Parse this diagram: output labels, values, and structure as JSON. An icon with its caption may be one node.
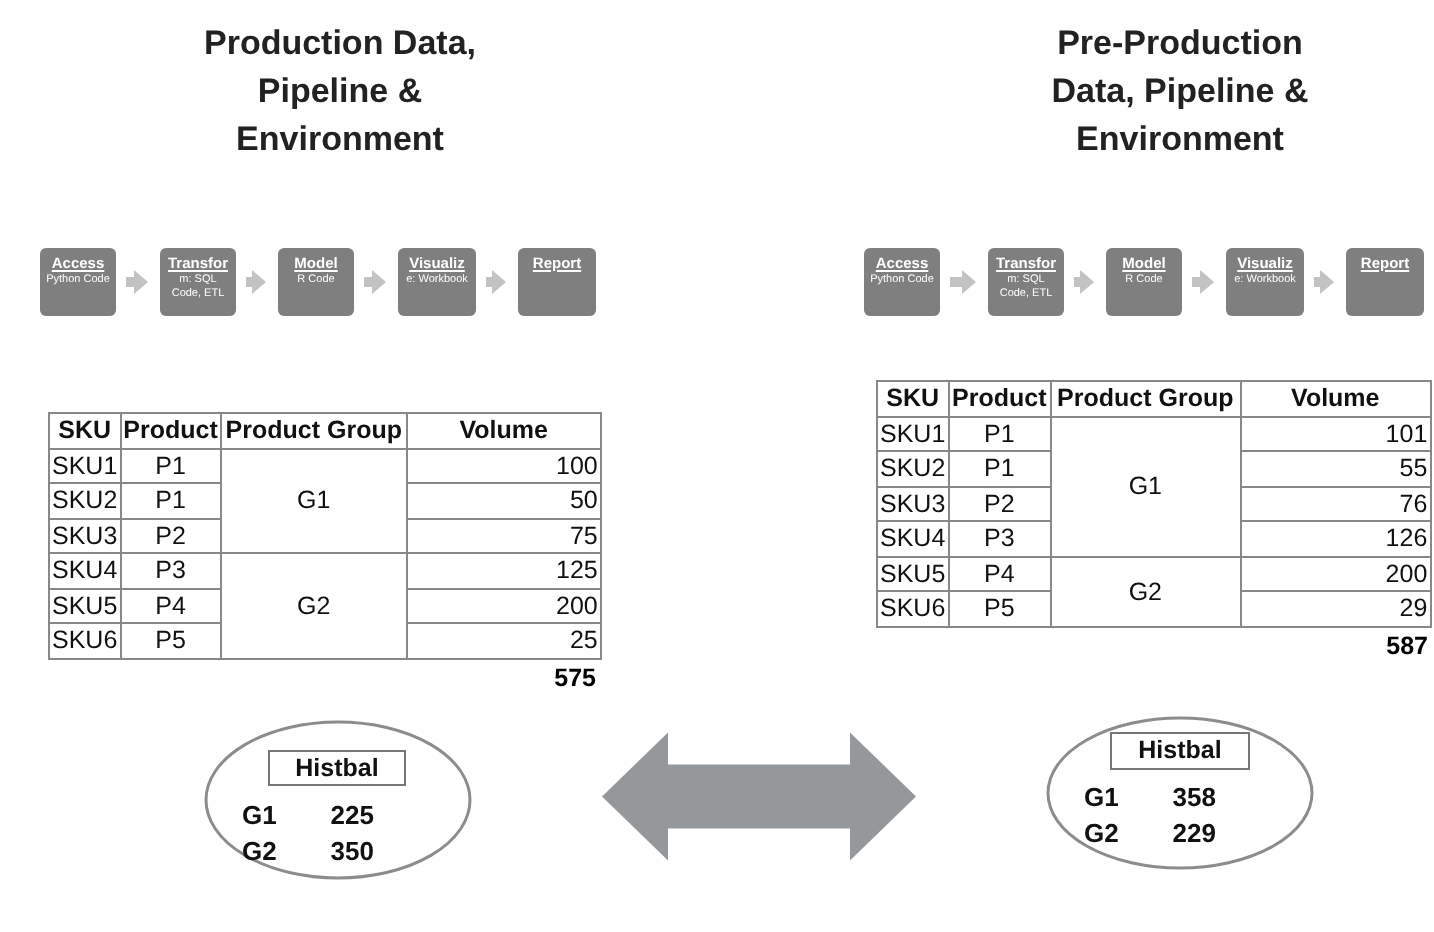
{
  "diagram": {
    "nodes": [
      {
        "text": [
          "Access",
          "Python Code"
        ]
      },
      {
        "text": [
          "Transfor",
          "m: SQL Code, ETL"
        ]
      },
      {
        "text": [
          "Model",
          "R Code"
        ]
      },
      {
        "text": [
          "Visualiz",
          "e: Workbook"
        ]
      },
      {
        "text": [
          "Report"
        ]
      },
      {
        "text": [
          "G1",
          "225",
          "G2",
          "350"
        ]
      },
      {
        "text": [
          "Histbal"
        ],
        "in": 5
      },
      {
        "text": [
          "Access",
          "Python Code"
        ]
      },
      {
        "text": [
          "Transfor",
          "m: SQL Code, ETL"
        ]
      },
      {
        "text": [
          "Model",
          "R Code"
        ]
      },
      {
        "text": [
          "Visualiz",
          "e: Workbook"
        ]
      },
      {
        "text": [
          "Report"
        ]
      },
      {
        "text": [
          "G1",
          "358",
          "G2",
          "229"
        ]
      },
      {
        "text": [
          "Histbal"
        ],
        "in": 12
      }
    ],
    "edges": [
      {
        "from": 0,
        "to": 1,
        "arrow": "to"
      },
      {
        "from": 1,
        "to": 2,
        "arrow": "to"
      },
      {
        "from": 2,
        "to": 3,
        "arrow": "to"
      },
      {
        "from": 3,
        "to": 4,
        "arrow": "to"
      },
      {
        "from": 7,
        "to": 8,
        "arrow": "to"
      },
      {
        "from": 8,
        "to": 9,
        "arrow": "to"
      },
      {
        "from": 9,
        "to": 10,
        "arrow": "to"
      },
      {
        "from": 10,
        "to": 11,
        "arrow": "to"
      },
      {
        "from": 5,
        "to": 12,
        "arrow": "both",
        "style": "thick"
      }
    ],
    "labels": [
      "Production Data, Pipeline & Environment",
      "Pre-Production Data, Pipeline & Environment",
      "SKU",
      "Product",
      "Product Group",
      "Volume",
      "SKU1",
      "P1",
      "G1",
      "100",
      "SKU2",
      "P1",
      "50",
      "SKU3",
      "P2",
      "75",
      "SKU4",
      "P3",
      "G2",
      "125",
      "SKU5",
      "P4",
      "200",
      "SKU6",
      "P5",
      "25",
      "575",
      "SKU",
      "Product",
      "Product Group",
      "Volume",
      "SKU1",
      "P1",
      "G1",
      "101",
      "SKU2",
      "P1",
      "55",
      "SKU3",
      "P2",
      "76",
      "SKU4",
      "P3",
      "126",
      "SKU5",
      "P4",
      "G2",
      "200",
      "SKU6",
      "P5",
      "29",
      "587"
    ]
  }
}
